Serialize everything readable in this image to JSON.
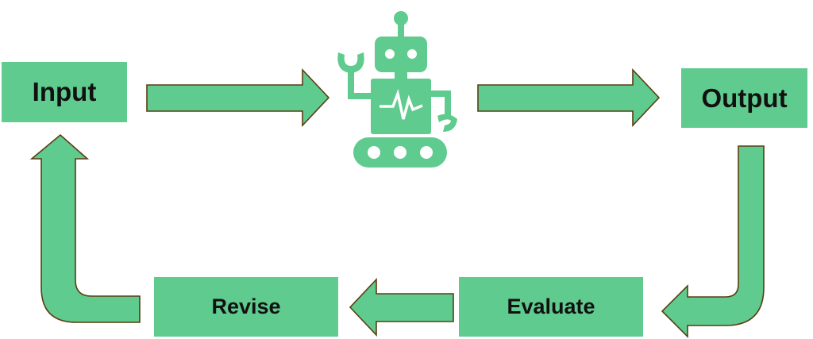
{
  "diagram": {
    "nodes": {
      "input": {
        "label": "Input"
      },
      "output": {
        "label": "Output"
      },
      "evaluate": {
        "label": "Evaluate"
      },
      "revise": {
        "label": "Revise"
      }
    },
    "center_icon": "robot-icon",
    "flow": [
      "Input",
      "robot-icon",
      "Output",
      "Evaluate",
      "Revise",
      "Input"
    ]
  },
  "colors": {
    "node_fill": "#5fcb8e",
    "arrow_stroke": "#5a3d12",
    "text": "#111111",
    "background": "#ffffff"
  }
}
